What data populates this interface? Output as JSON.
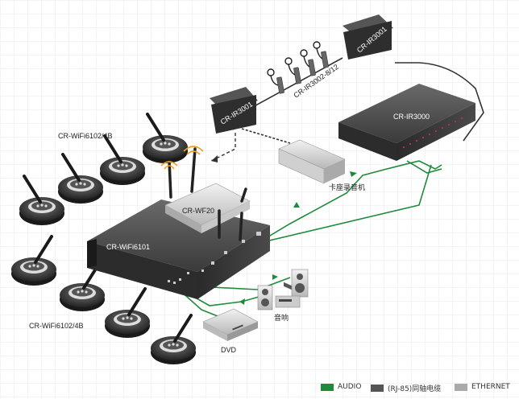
{
  "labels": {
    "mics_top": "CR-WiFi6102/4B",
    "mics_bottom": "CR-WiFi6102/4B",
    "main_unit": "CR-WiFi6101",
    "router": "CR-WF20",
    "ir_left": "CR-IR3001",
    "ir_right": "CR-IR3001",
    "ir_receivers": "CR-IR3002-8/12",
    "ir_server": "CR-IR3000",
    "recorder": "卡座录音机",
    "speakers": "音响",
    "dvd": "DVD"
  },
  "legend": {
    "audio": "AUDIO",
    "coax": "(RJ-85)同轴电缆",
    "ethernet": "ETHERNET"
  },
  "colors": {
    "audio": "#1e8a3c",
    "coax": "#555555",
    "ethernet": "#aaaaaa",
    "grid": "#e4e4e4"
  }
}
